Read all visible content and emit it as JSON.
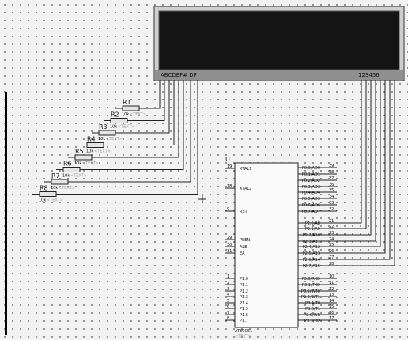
{
  "display": {
    "segment_labels": "ABCDEF# DP",
    "digit_labels": "123456"
  },
  "resistors": [
    {
      "name": "R1",
      "value": "10k",
      "text": "<TEXT>"
    },
    {
      "name": "R2",
      "value": "10k",
      "text": "<TEXT>"
    },
    {
      "name": "R3",
      "value": "10k",
      "text": "<TEXT>"
    },
    {
      "name": "R4",
      "value": "10k",
      "text": "<TEXT>"
    },
    {
      "name": "R5",
      "value": "10k",
      "text": "<TEXT>"
    },
    {
      "name": "R6",
      "value": "10k",
      "text": "<TEXT>"
    },
    {
      "name": "R7",
      "value": "10k",
      "text": "<TEXT>"
    },
    {
      "name": "R8",
      "value": "10k",
      "text": "<TEXT>"
    }
  ],
  "mcu": {
    "ref": "U1",
    "part": "AT89C51",
    "text": "<TEXT>",
    "left_pins": [
      {
        "num": "19",
        "name": "XTAL1"
      },
      {
        "num": "18",
        "name": "XTAL2"
      },
      {
        "num": "9",
        "name": "RST"
      },
      {
        "num": "29",
        "name": "PSEN"
      },
      {
        "num": "30",
        "name": "ALE"
      },
      {
        "num": "31",
        "name": "EA"
      },
      {
        "num": "1",
        "name": "P1.0"
      },
      {
        "num": "2",
        "name": "P1.1"
      },
      {
        "num": "3",
        "name": "P1.2"
      },
      {
        "num": "4",
        "name": "P1.3"
      },
      {
        "num": "5",
        "name": "P1.4"
      },
      {
        "num": "6",
        "name": "P1.5"
      },
      {
        "num": "7",
        "name": "P1.6"
      },
      {
        "num": "8",
        "name": "P1.7"
      }
    ],
    "right_pins": [
      {
        "num": "39",
        "name": "P0.0/AD0"
      },
      {
        "num": "38",
        "name": "P0.1/AD1"
      },
      {
        "num": "37",
        "name": "P0.2/AD2"
      },
      {
        "num": "36",
        "name": "P0.3/AD3"
      },
      {
        "num": "35",
        "name": "P0.4/AD4"
      },
      {
        "num": "34",
        "name": "P0.5/AD5"
      },
      {
        "num": "33",
        "name": "P0.6/AD6"
      },
      {
        "num": "32",
        "name": "P0.7/AD7"
      },
      {
        "num": "21",
        "name": "P2.0/A8"
      },
      {
        "num": "22",
        "name": "P2.1/A9"
      },
      {
        "num": "23",
        "name": "P2.2/A10"
      },
      {
        "num": "24",
        "name": "P2.3/A11"
      },
      {
        "num": "25",
        "name": "P2.4/A12"
      },
      {
        "num": "26",
        "name": "P2.5/A13"
      },
      {
        "num": "27",
        "name": "P2.6/A14"
      },
      {
        "num": "28",
        "name": "P2.7/A15"
      },
      {
        "num": "10",
        "name": "P3.0/RXD"
      },
      {
        "num": "11",
        "name": "P3.1/TXD"
      },
      {
        "num": "12",
        "name": "P3.2/INT0"
      },
      {
        "num": "13",
        "name": "P3.3/INT1"
      },
      {
        "num": "14",
        "name": "P3.4/T0"
      },
      {
        "num": "15",
        "name": "P3.5/T1"
      },
      {
        "num": "16",
        "name": "P3.6/WR"
      },
      {
        "num": "17",
        "name": "P3.7/RD"
      }
    ]
  }
}
